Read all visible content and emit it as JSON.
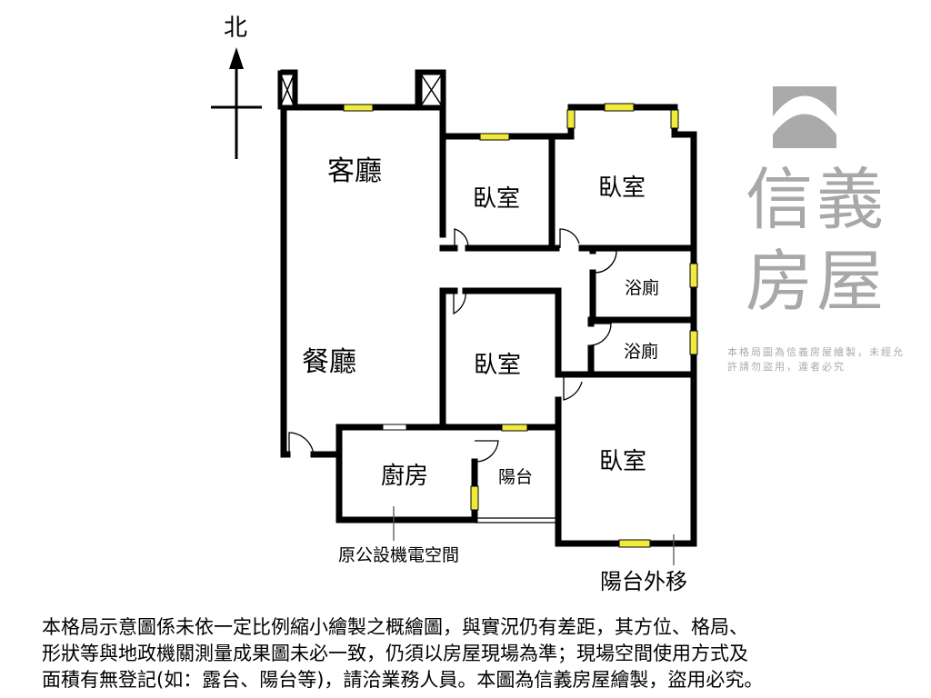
{
  "compass": {
    "north_label": "北"
  },
  "rooms": {
    "living_room": "客廳",
    "dining_room": "餐廳",
    "bedroom_1": "臥室",
    "bedroom_2": "臥室",
    "bedroom_3": "臥室",
    "bedroom_4": "臥室",
    "bathroom_1": "浴廁",
    "bathroom_2": "浴廁",
    "kitchen": "廚房",
    "balcony": "陽台"
  },
  "annotations": {
    "mechanical_space": "原公設機電空間",
    "balcony_moved": "陽台外移"
  },
  "watermark": {
    "logo_text": "信義房屋",
    "notice": "本格局圖為信義房屋繪製，未經允許請勿盜用，違者必究"
  },
  "disclaimer": [
    "本格局示意圖係未依一定比例縮小繪製之概繪圖，與實況仍有差距，其方位、格局、",
    "形狀等與地政機關測量成果圖未必一致，仍須以房屋現場為準；現場空間使用方式及",
    "面積有無登記(如：露台、陽台等)，請洽業務人員。本圖為信義房屋繪製，盜用必究。"
  ],
  "colors": {
    "wall": "#000000",
    "window": "#f0ea3c",
    "watermark": "#a8a8a8"
  }
}
